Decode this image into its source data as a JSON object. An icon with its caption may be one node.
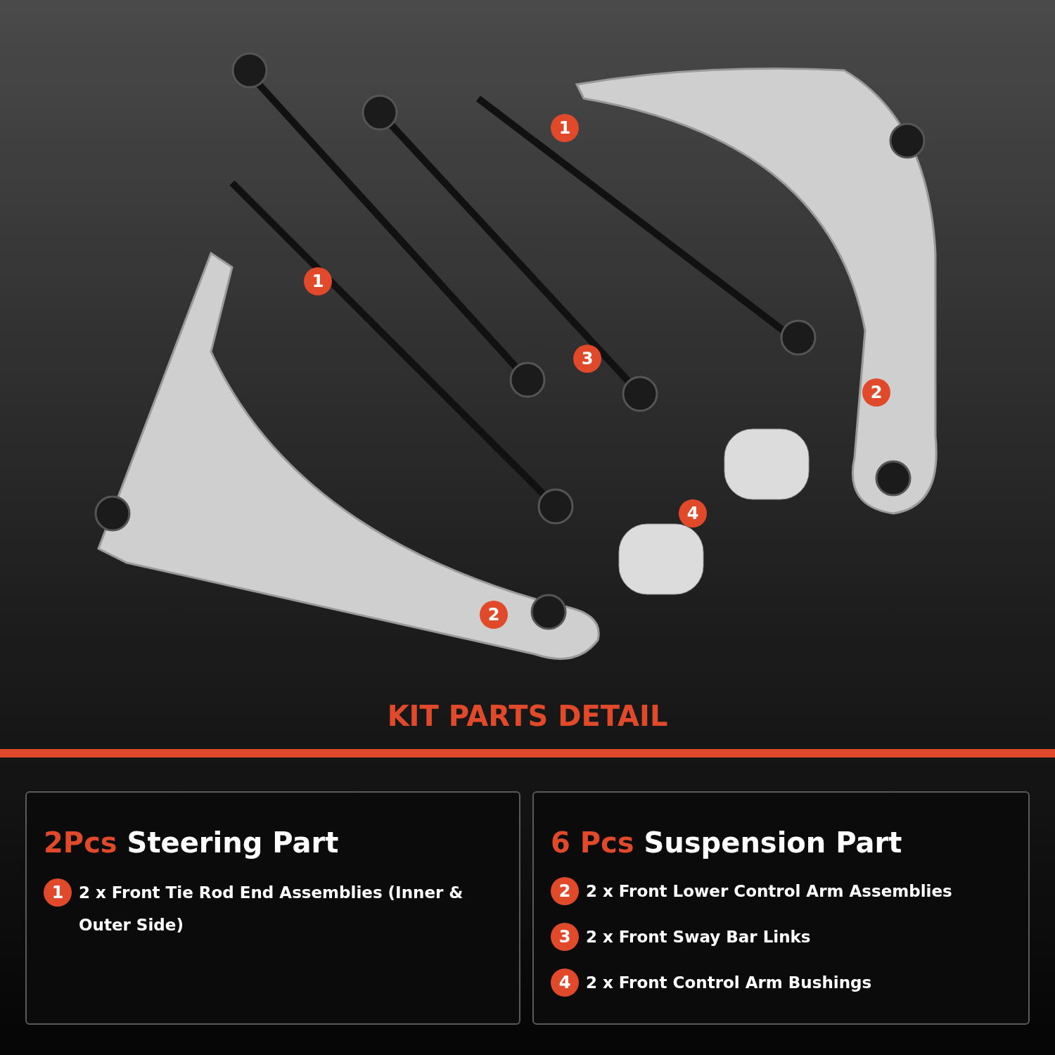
{
  "diagram": {
    "title": "KIT PARTS DETAIL",
    "nodes": [
      {
        "text": [
          "2Pcs Steering Part"
        ]
      },
      {
        "text": [
          "1"
        ],
        "in": 0,
        "beside": [
          "2 x Front Tie Rod End Assemblies (Inner & Outer Side)"
        ]
      },
      {
        "text": [
          "6 Pcs Suspension Part"
        ]
      },
      {
        "text": [
          "2"
        ],
        "in": 2,
        "beside": [
          "2 x Front Lower Control Arm Assemblies"
        ]
      },
      {
        "text": [
          "3"
        ],
        "in": 2,
        "beside": [
          "2 x Front Sway Bar Links"
        ]
      },
      {
        "text": [
          "4"
        ],
        "in": 2,
        "beside": [
          "2 x Front Control Arm Bushings"
        ]
      },
      {
        "text": [
          "1"
        ]
      },
      {
        "text": [
          "1"
        ]
      },
      {
        "text": [
          "3"
        ]
      },
      {
        "text": [
          "2"
        ]
      },
      {
        "text": [
          "4"
        ]
      },
      {
        "text": [
          "2"
        ]
      }
    ],
    "edges": []
  }
}
